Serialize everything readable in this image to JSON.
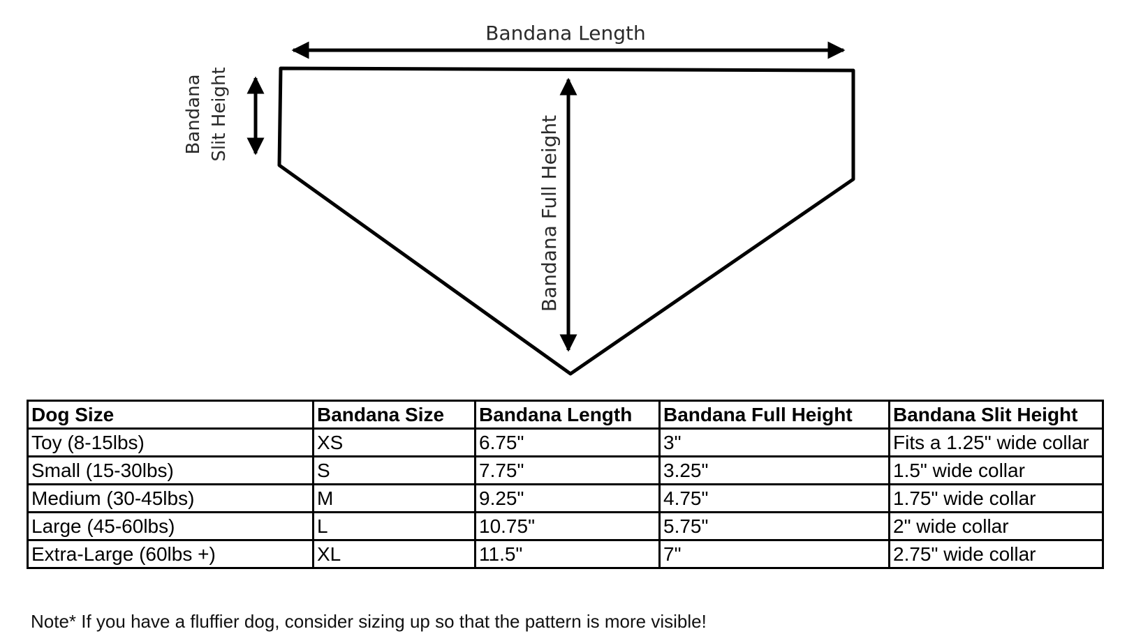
{
  "diagram": {
    "length_label": "Bandana Length",
    "full_height_label": "Bandana Full Height",
    "slit_height_label_line1": "Bandana",
    "slit_height_label_line2": "Slit Height"
  },
  "table": {
    "headers": [
      "Dog Size",
      "Bandana Size",
      "Bandana Length",
      "Bandana Full Height",
      "Bandana Slit Height"
    ],
    "rows": [
      [
        "Toy (8-15lbs)",
        "XS",
        "6.75\"",
        "3\"",
        "Fits a 1.25\" wide collar"
      ],
      [
        "Small (15-30lbs)",
        "S",
        "7.75\"",
        "3.25\"",
        "1.5\" wide collar"
      ],
      [
        "Medium (30-45lbs)",
        "M",
        "9.25\"",
        "4.75\"",
        "1.75\" wide collar"
      ],
      [
        "Large (45-60lbs)",
        "L",
        "10.75\"",
        "5.75\"",
        "2\" wide collar"
      ],
      [
        "Extra-Large (60lbs +)",
        "XL",
        "11.5\"",
        "7\"",
        "2.75\" wide collar"
      ]
    ]
  },
  "note": "Note* If you have a fluffier dog, consider sizing up so that the pattern is more visible!"
}
